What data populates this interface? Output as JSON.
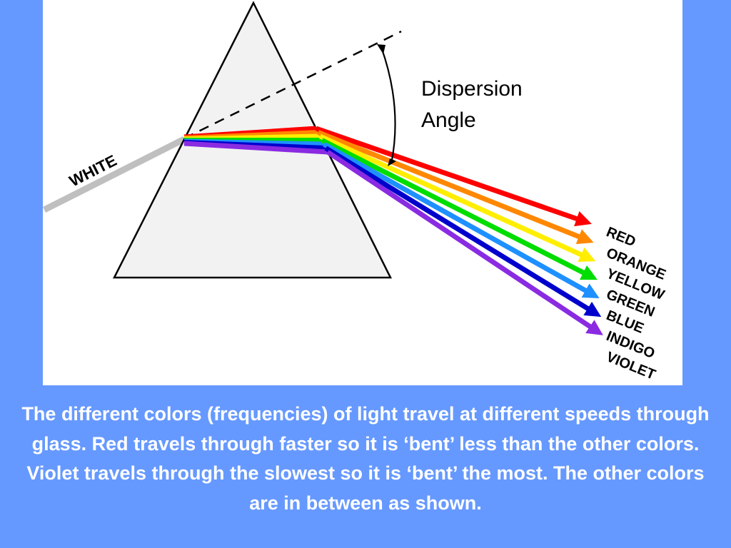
{
  "diagram": {
    "incoming_beam_label": "WHITE",
    "angle_label_line1": "Dispersion",
    "angle_label_line2": "Angle",
    "colors": [
      {
        "label": "RED",
        "hex": "#ff0000"
      },
      {
        "label": "ORANGE",
        "hex": "#ff8800"
      },
      {
        "label": "YELLOW",
        "hex": "#ffee00"
      },
      {
        "label": "GREEN",
        "hex": "#00dd00"
      },
      {
        "label": "BLUE",
        "hex": "#1e90ff"
      },
      {
        "label": "INDIGO",
        "hex": "#0000cc"
      },
      {
        "label": "VIOLET",
        "hex": "#8a2be2"
      }
    ],
    "white_beam_color": "#bfbfbf",
    "prism_fill": "#f2f2f2",
    "background_color": "#6699ff"
  },
  "caption": {
    "text": "The different colors (frequencies) of light travel at different speeds through glass.  Red travels through faster so it is ‘bent’ less than the other colors.  Violet travels through the slowest so it is ‘bent’ the most.  The other colors are in between as shown."
  }
}
